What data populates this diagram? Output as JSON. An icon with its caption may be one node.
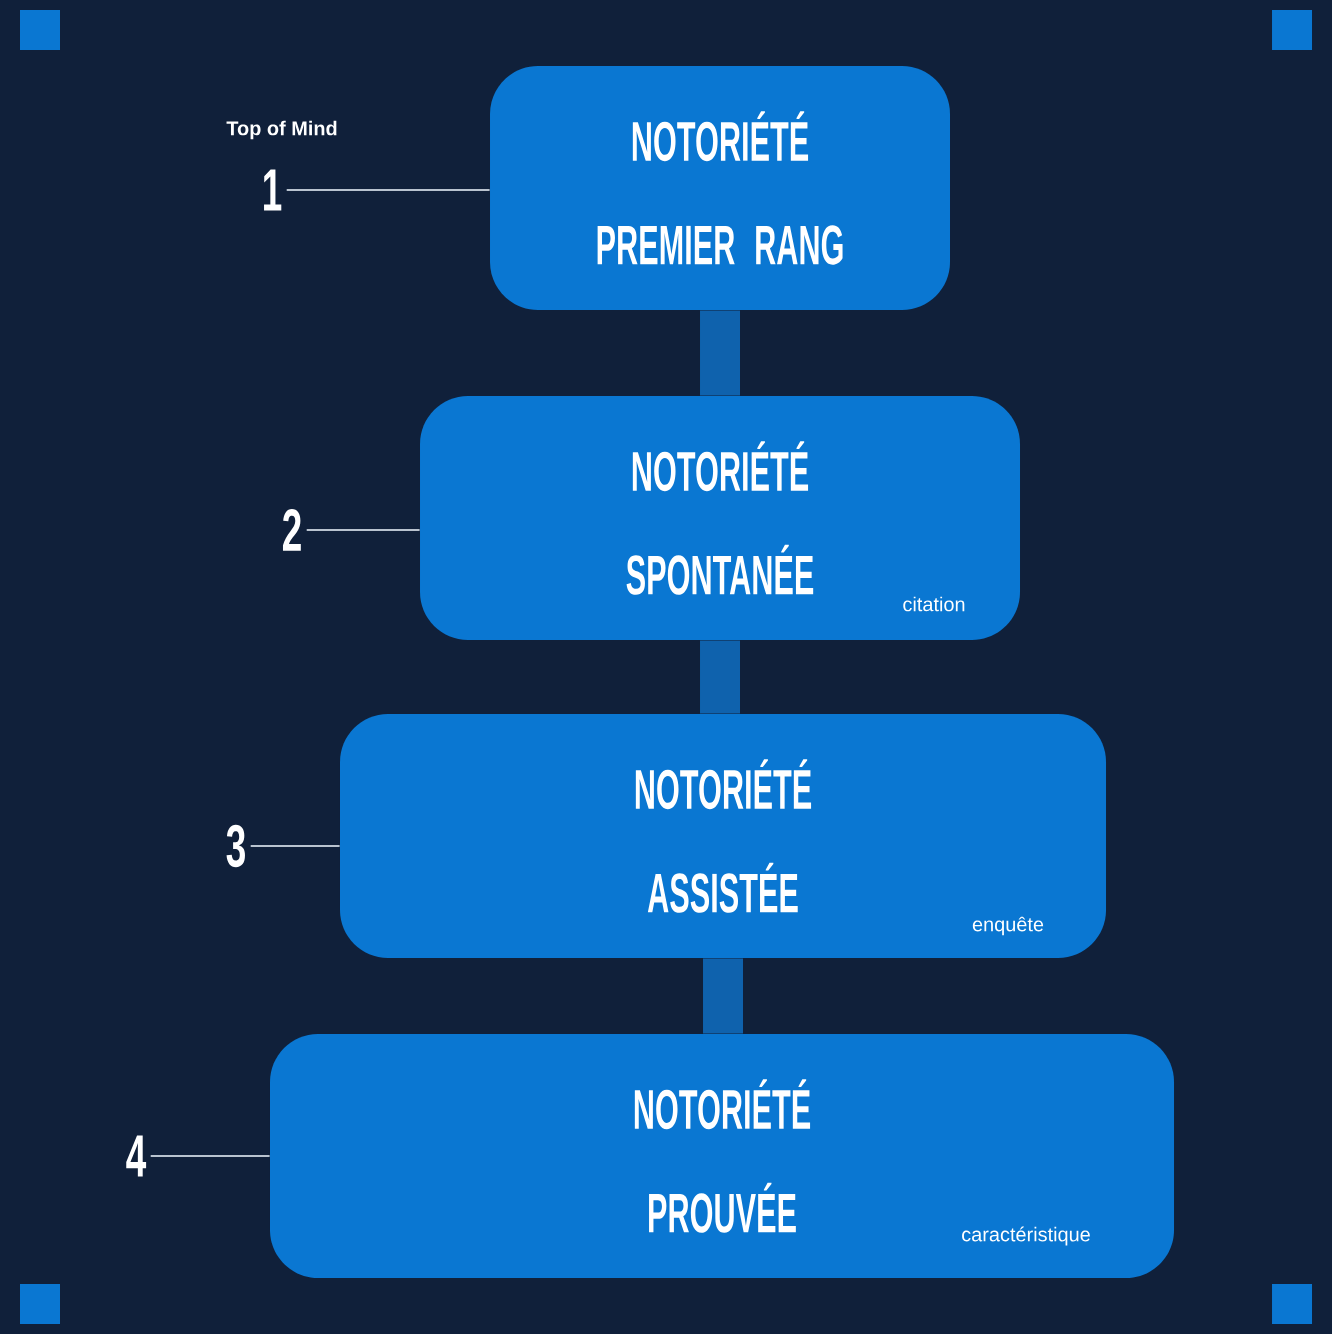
{
  "diagram": {
    "nodes": [
      {
        "text": [
          "NOTORIÉTÉ",
          "PREMIER RANG"
        ]
      },
      {
        "text": [
          "NOTORIÉTÉ",
          "SPONTANÉE",
          "citation"
        ]
      },
      {
        "text": [
          "NOTORIÉTÉ",
          "ASSISTÉE",
          "enquête"
        ]
      },
      {
        "text": [
          "NOTORIÉTÉ",
          "PROUVÉE",
          "caractéristique"
        ]
      },
      {
        "text": [
          "1"
        ],
        "beside": [
          "Top of Mind"
        ]
      },
      {
        "text": [
          "2"
        ]
      },
      {
        "text": [
          "3"
        ]
      },
      {
        "text": [
          "4"
        ]
      }
    ],
    "edges": [
      {
        "from": 0,
        "to": 1,
        "arrow": "none",
        "style": "thick",
        "color": "#0f62ad"
      },
      {
        "from": 1,
        "to": 2,
        "arrow": "none",
        "style": "thick",
        "color": "#0f62ad"
      },
      {
        "from": 2,
        "to": 3,
        "arrow": "none",
        "style": "thick",
        "color": "#0f62ad"
      },
      {
        "from": 4,
        "to": 0,
        "arrow": "none"
      },
      {
        "from": 5,
        "to": 1,
        "arrow": "none"
      },
      {
        "from": 6,
        "to": 2,
        "arrow": "none"
      },
      {
        "from": 7,
        "to": 3,
        "arrow": "none"
      }
    ]
  }
}
